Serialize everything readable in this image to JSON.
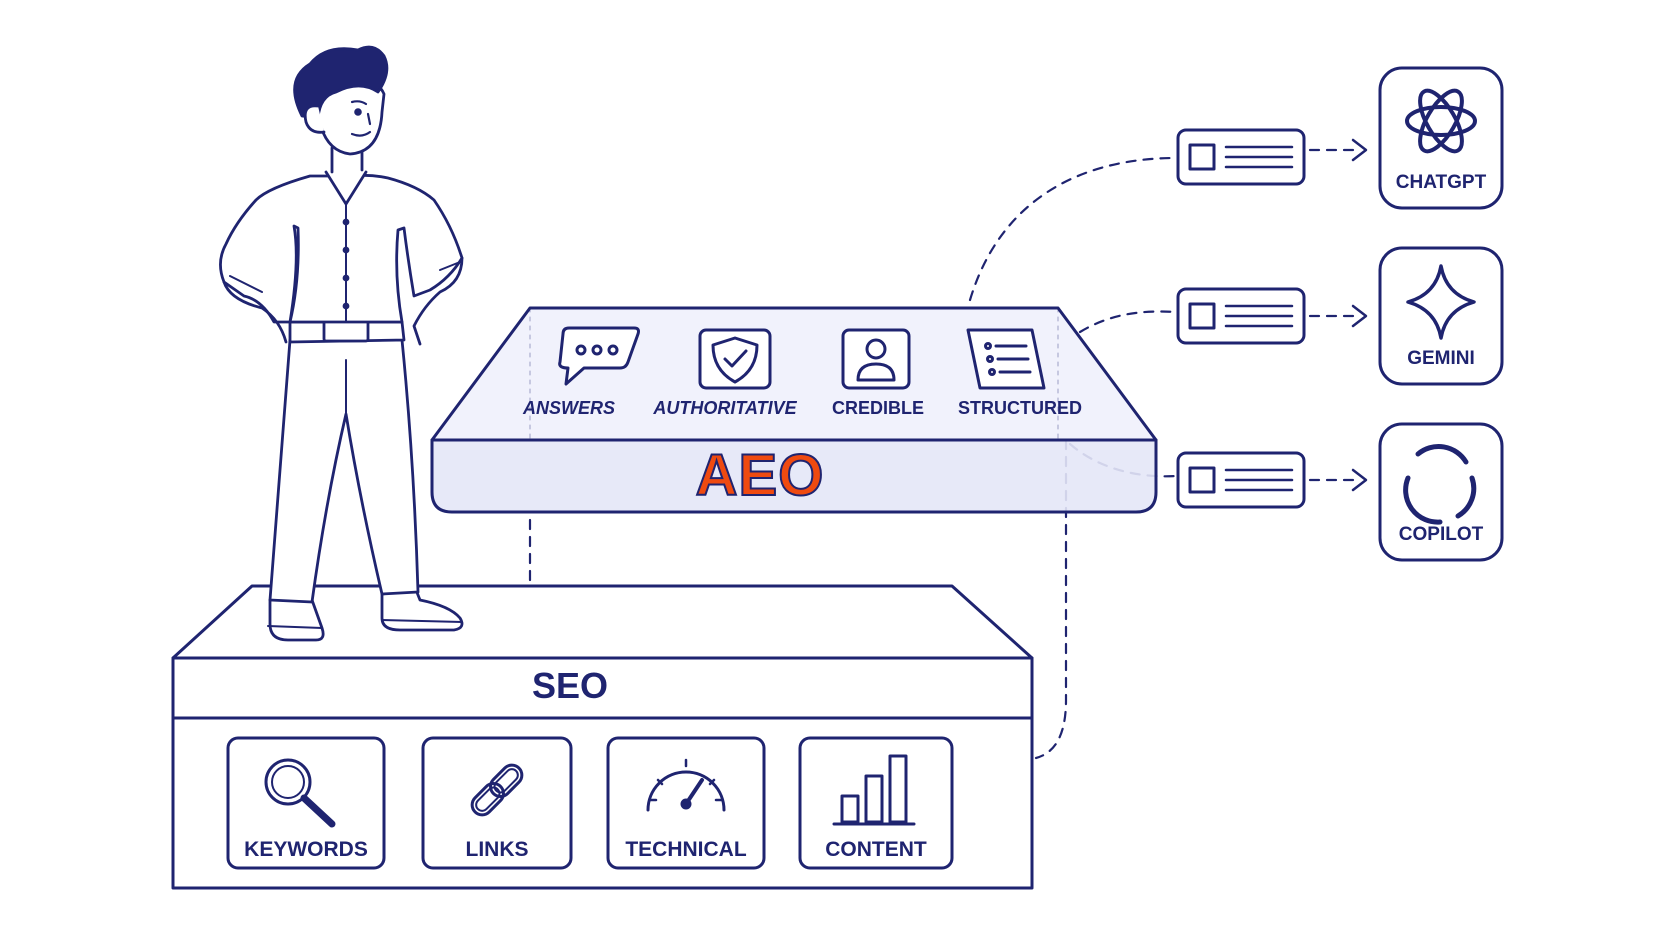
{
  "colors": {
    "ink": "#1f2470",
    "accent": "#ef4a10",
    "panel_fill": "#eef0fb",
    "shadow": "#e6e8f4"
  },
  "seo": {
    "title": "SEO",
    "items": [
      {
        "label": "KEYWORDS",
        "icon": "magnifier-icon"
      },
      {
        "label": "LINKS",
        "icon": "chain-link-icon"
      },
      {
        "label": "TECHNICAL",
        "icon": "speedometer-icon"
      },
      {
        "label": "CONTENT",
        "icon": "bar-chart-icon"
      }
    ]
  },
  "aeo": {
    "title": "AEO",
    "items": [
      {
        "label": "ANSWERS",
        "icon": "speech-bubble-icon"
      },
      {
        "label": "AUTHORITATIVE",
        "icon": "shield-check-icon"
      },
      {
        "label": "CREDIBLE",
        "icon": "user-badge-icon"
      },
      {
        "label": "STRUCTURED",
        "icon": "list-document-icon"
      }
    ]
  },
  "ai_engines": [
    {
      "label": "CHATGPT",
      "icon": "openai-knot-icon"
    },
    {
      "label": "GEMINI",
      "icon": "four-point-star-icon"
    },
    {
      "label": "COPILOT",
      "icon": "ring-icon"
    }
  ],
  "figure": "man-standing-illustration"
}
